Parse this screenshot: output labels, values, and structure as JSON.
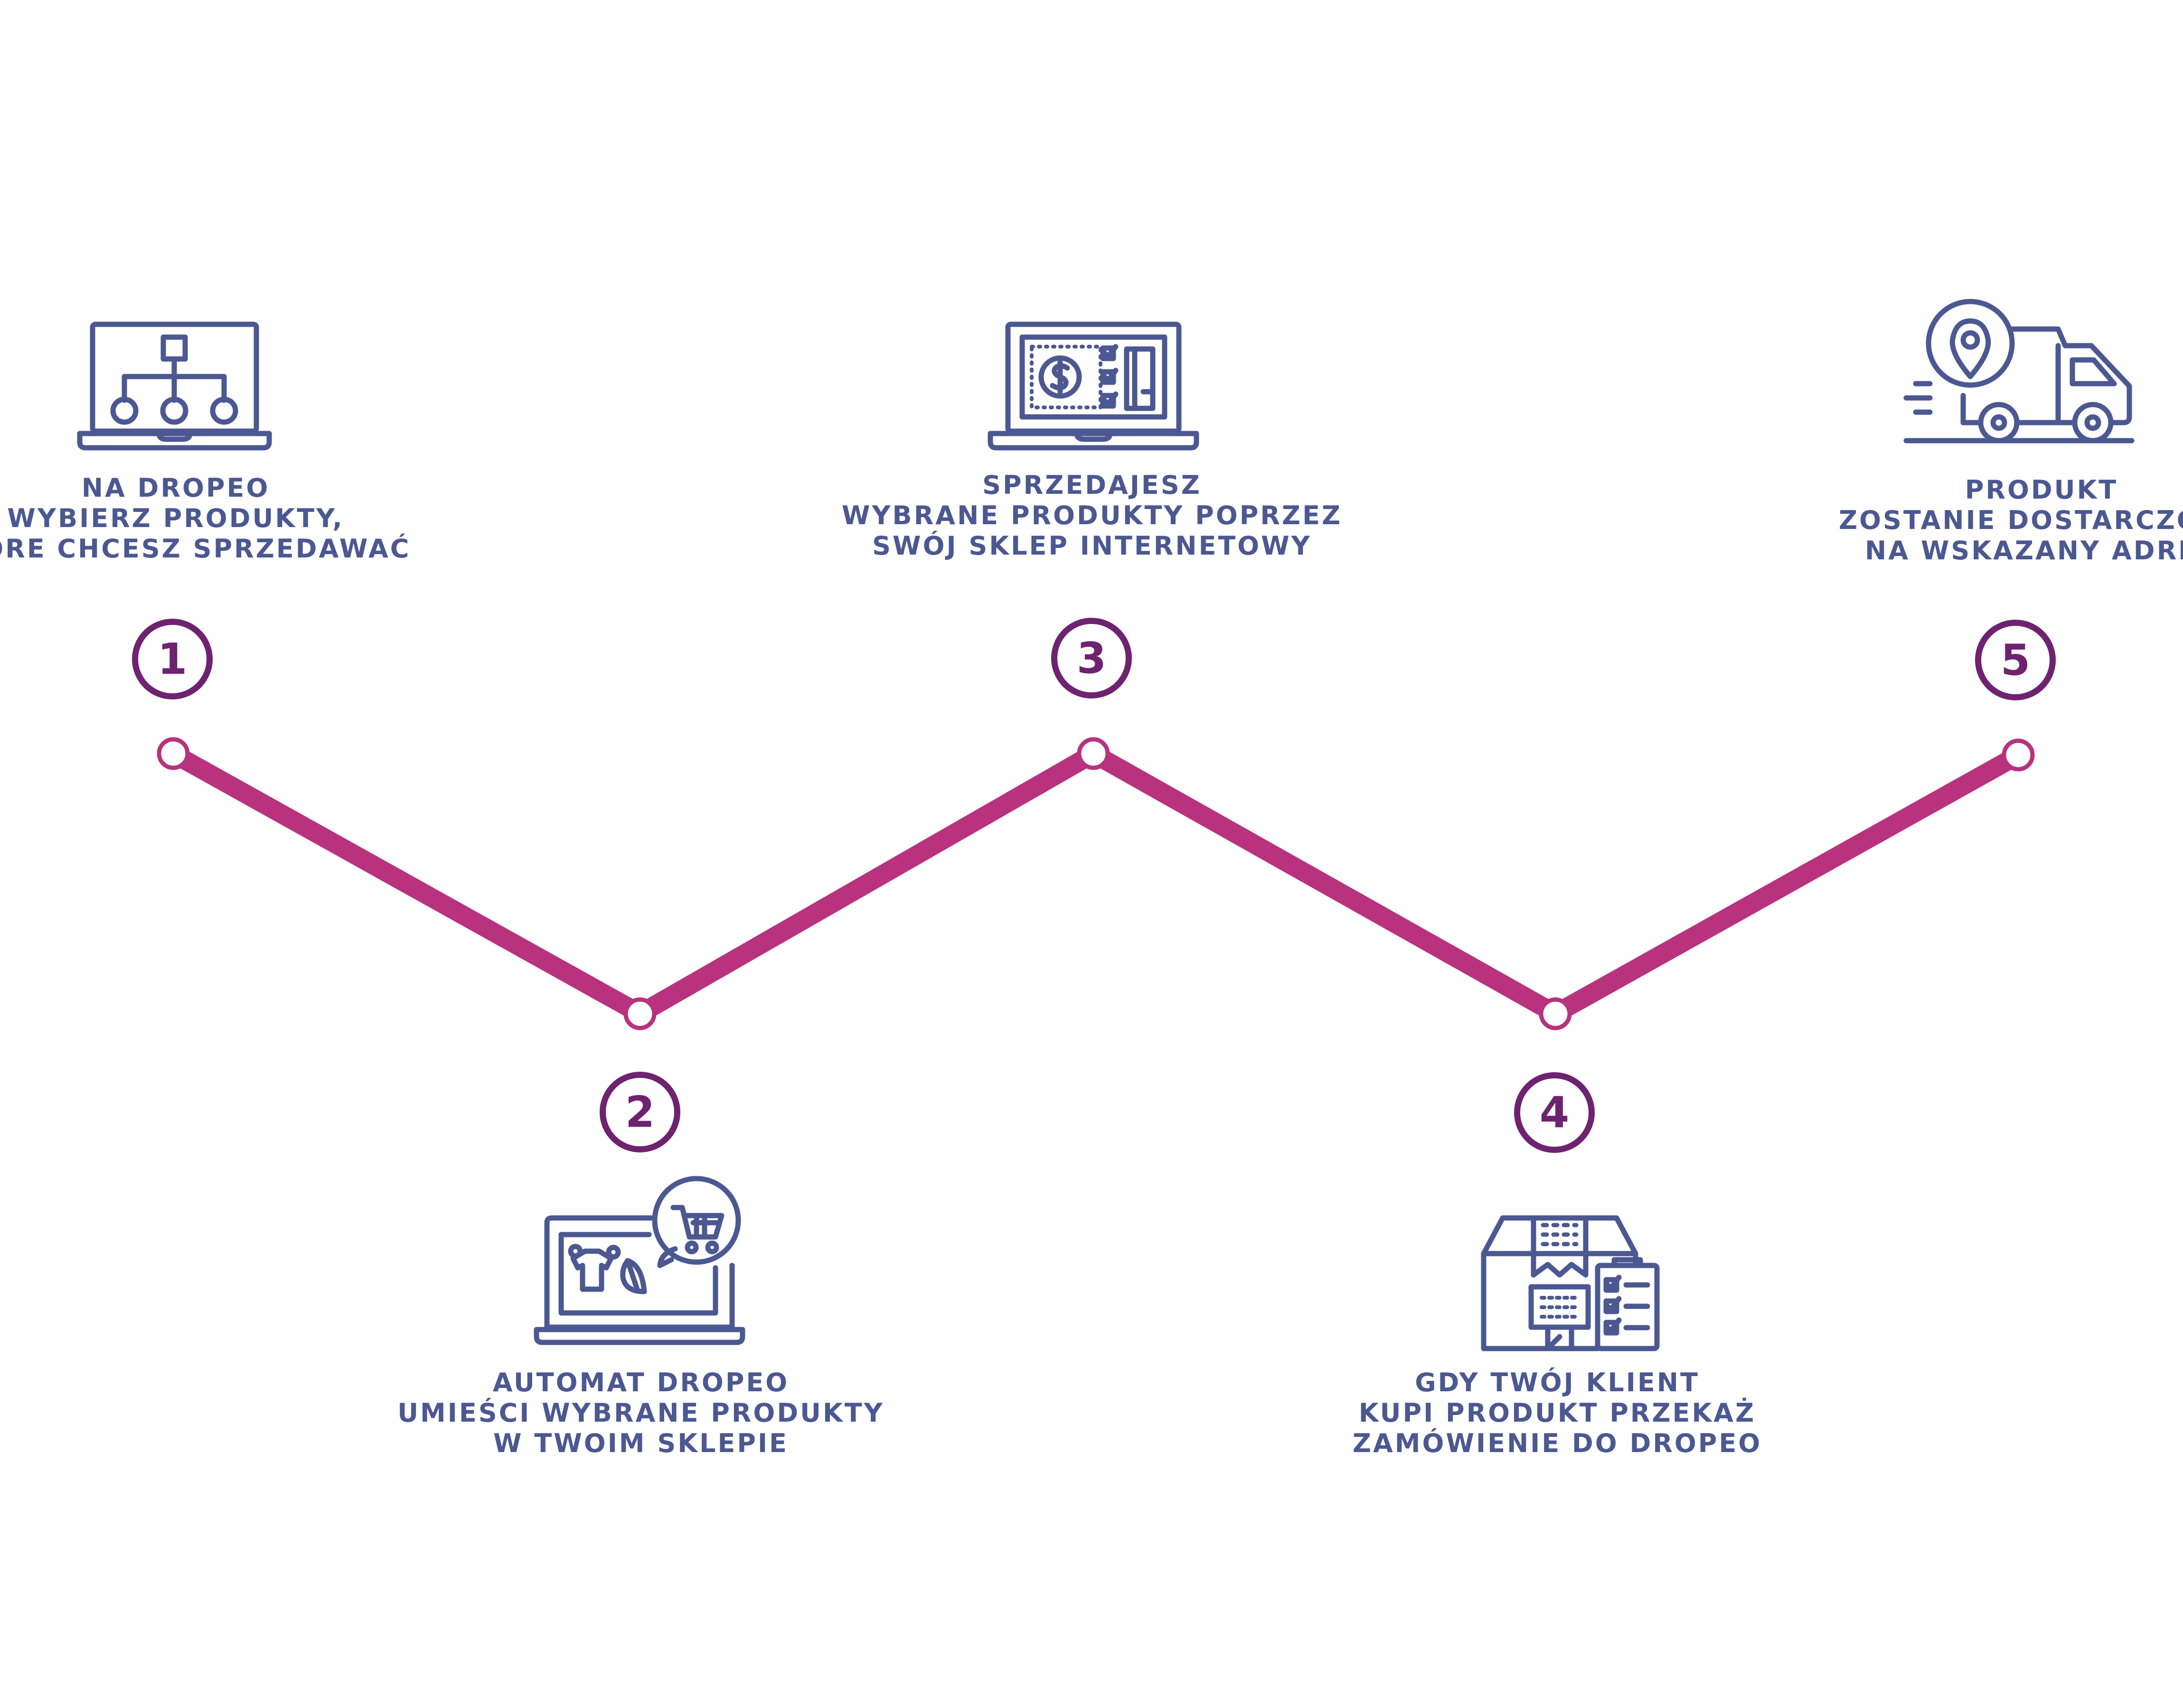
{
  "colors": {
    "icon": "#4b5891",
    "text": "#4b5891",
    "badge": "#6e2270",
    "line": "#b8327e",
    "node_fill": "#ffffff"
  },
  "steps": [
    {
      "number": "1",
      "icon": "laptop-sitemap-icon",
      "lines": [
        "NA DROPEO",
        "WYBIERZ PRODUKTY,",
        "KTÓRE CHCESZ SPRZEDAWAĆ"
      ]
    },
    {
      "number": "2",
      "icon": "laptop-shopping-cart-icon",
      "lines": [
        "AUTOMAT DROPEO",
        "UMIEŚCI WYBRANE PRODUKTY",
        "W TWOIM SKLEPIE"
      ]
    },
    {
      "number": "3",
      "icon": "laptop-payment-icon",
      "lines": [
        "SPRZEDAJESZ",
        "WYBRANE PRODUKTY POPRZEZ",
        "SWÓJ SKLEP INTERNETOWY"
      ]
    },
    {
      "number": "4",
      "icon": "package-checklist-icon",
      "lines": [
        "GDY TWÓJ KLIENT",
        "KUPI PRODUKT PRZEKAŻ",
        "ZAMÓWIENIE DO DROPEO"
      ]
    },
    {
      "number": "5",
      "icon": "delivery-truck-icon",
      "lines": [
        "PRODUKT",
        "ZOSTANIE DOSTARCZONY",
        "NA WSKAZANY ADRES"
      ]
    }
  ]
}
